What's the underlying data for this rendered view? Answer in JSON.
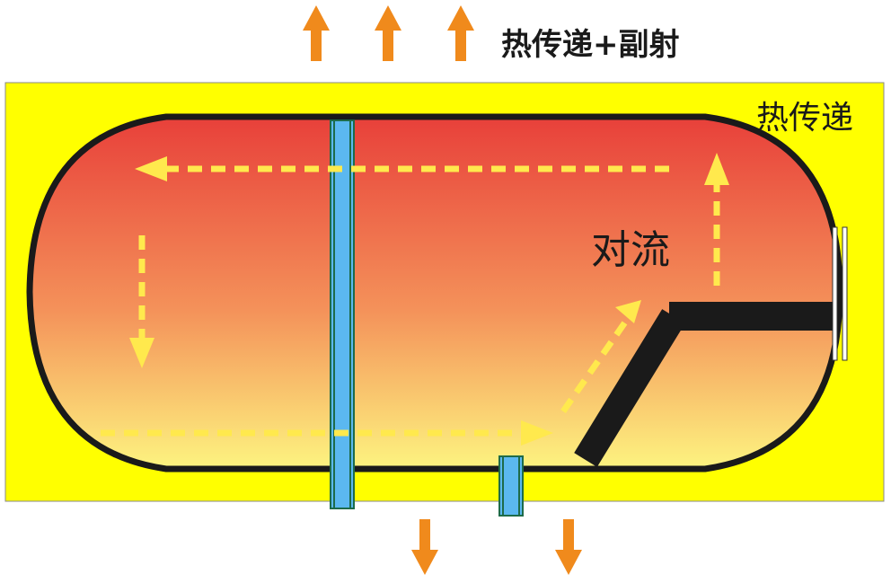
{
  "labels": {
    "top": "热传递+副射",
    "outer": "热传递",
    "inner": "对流"
  },
  "colors": {
    "housing": "#ffff00",
    "tank_top": "#e8403a",
    "tank_bottom": "#fdf480",
    "tank_border": "#1a1a1a",
    "pipe_fill": "#5bb8f0",
    "pipe_border": "#1e6b4a",
    "convection_arrows": "#ffe94d",
    "heat_arrows": "#f08a1c"
  },
  "icons": {
    "heat_out_up": "arrow-up-icon",
    "heat_out_down": "arrow-down-icon",
    "convection": "dashed-arrow-icon"
  }
}
